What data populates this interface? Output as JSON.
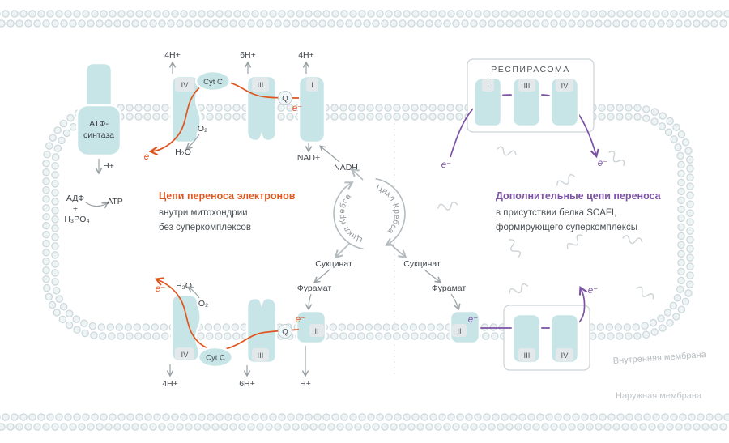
{
  "colors": {
    "orange": "#e0561f",
    "purple": "#7b52a5",
    "complex_teal": "#c7e4e7",
    "membrane_bead": "#ccd8db",
    "text_gray": "#4a4f53"
  },
  "headings": {
    "left": {
      "title": "Цепи переноса электронов",
      "line2": "внутри митохондрии",
      "line3": "без суперкомплексов"
    },
    "right": {
      "title": "Дополнительные цепи переноса",
      "line2": "в присутствии белка SCAFI,",
      "line3": "формирующего суперкомплексы"
    }
  },
  "respirasome": {
    "title": "РЕСПИРАСОМА"
  },
  "krebs_label": "Цикл Кребса",
  "complexes": {
    "i": "I",
    "ii": "II",
    "iii": "III",
    "iv": "IV",
    "cyt_c": "Cyt C",
    "q": "Q"
  },
  "metabolites": {
    "h4": "4H+",
    "h6": "6H+",
    "h": "H+",
    "o2": "O₂",
    "h2o": "H₂O",
    "nad": "NAD+",
    "nadh": "NADH",
    "succinate": "Сукцинат",
    "fumarate": "Фурамат",
    "electron": "e⁻"
  },
  "atp": {
    "line1": "АТФ-",
    "line2": "синтаза",
    "adp": "АДФ",
    "plus": "+",
    "phosphate": "H₃PO₄",
    "atp": "АТР"
  },
  "membranes": {
    "inner": "Внутренняя мембрана",
    "outer": "Наружная мембрана"
  }
}
